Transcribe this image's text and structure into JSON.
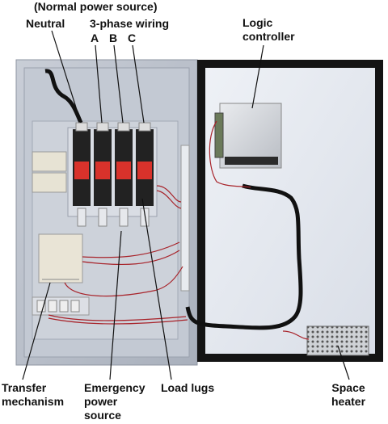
{
  "labels": {
    "normal_power_source": "(Normal power source)",
    "neutral": "Neutral",
    "three_phase_wiring": "3-phase wiring",
    "phase_a": "A",
    "phase_b": "B",
    "phase_c": "C",
    "logic_controller_line1": "Logic",
    "logic_controller_line2": "controller",
    "transfer_mechanism_line1": "Transfer",
    "transfer_mechanism_line2": "mechanism",
    "emergency_line1": "Emergency",
    "emergency_line2": "power",
    "emergency_line3": "source",
    "load_lugs": "Load lugs",
    "space_heater_line1": "Space",
    "space_heater_line2": "heater"
  },
  "colors": {
    "enclosure": "#b9c0cb",
    "door_frame": "#111111",
    "door_panel": "#e4e8f0",
    "breaker_body": "#222222",
    "breaker_red": "#d8322b",
    "wire_red": "#a8232a",
    "cable_black": "#111111"
  }
}
